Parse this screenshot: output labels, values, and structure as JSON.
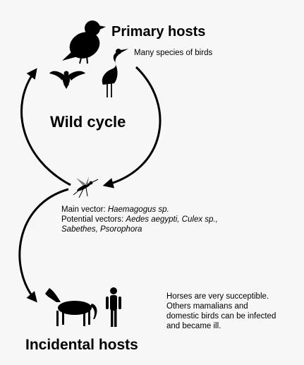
{
  "primary_hosts": {
    "title": "Primary hosts",
    "subtitle": "Many species of birds"
  },
  "wild_cycle_label": "Wild cycle",
  "vectors": {
    "main_prefix": "Main vector: ",
    "main_value": "Haemagogus sp.",
    "potential_prefix": "Potential vectors: ",
    "potential_value_1": "Aedes aegypti, Culex sp.,",
    "potential_value_2": "Sabethes, Psorophora"
  },
  "incidental_hosts": {
    "title": "Incidental hosts",
    "note_line_1": "Horses are very succeptible.",
    "note_line_2": "Others mamalians and",
    "note_line_3": "domestic birds can be infected",
    "note_line_4": "and became ill."
  },
  "icons": [
    "songbird-icon",
    "eagle-icon",
    "heron-icon",
    "mosquito-icon",
    "horse-icon",
    "human-icon"
  ],
  "colors": {
    "ink": "#000000",
    "background": "#f7f7f7"
  }
}
